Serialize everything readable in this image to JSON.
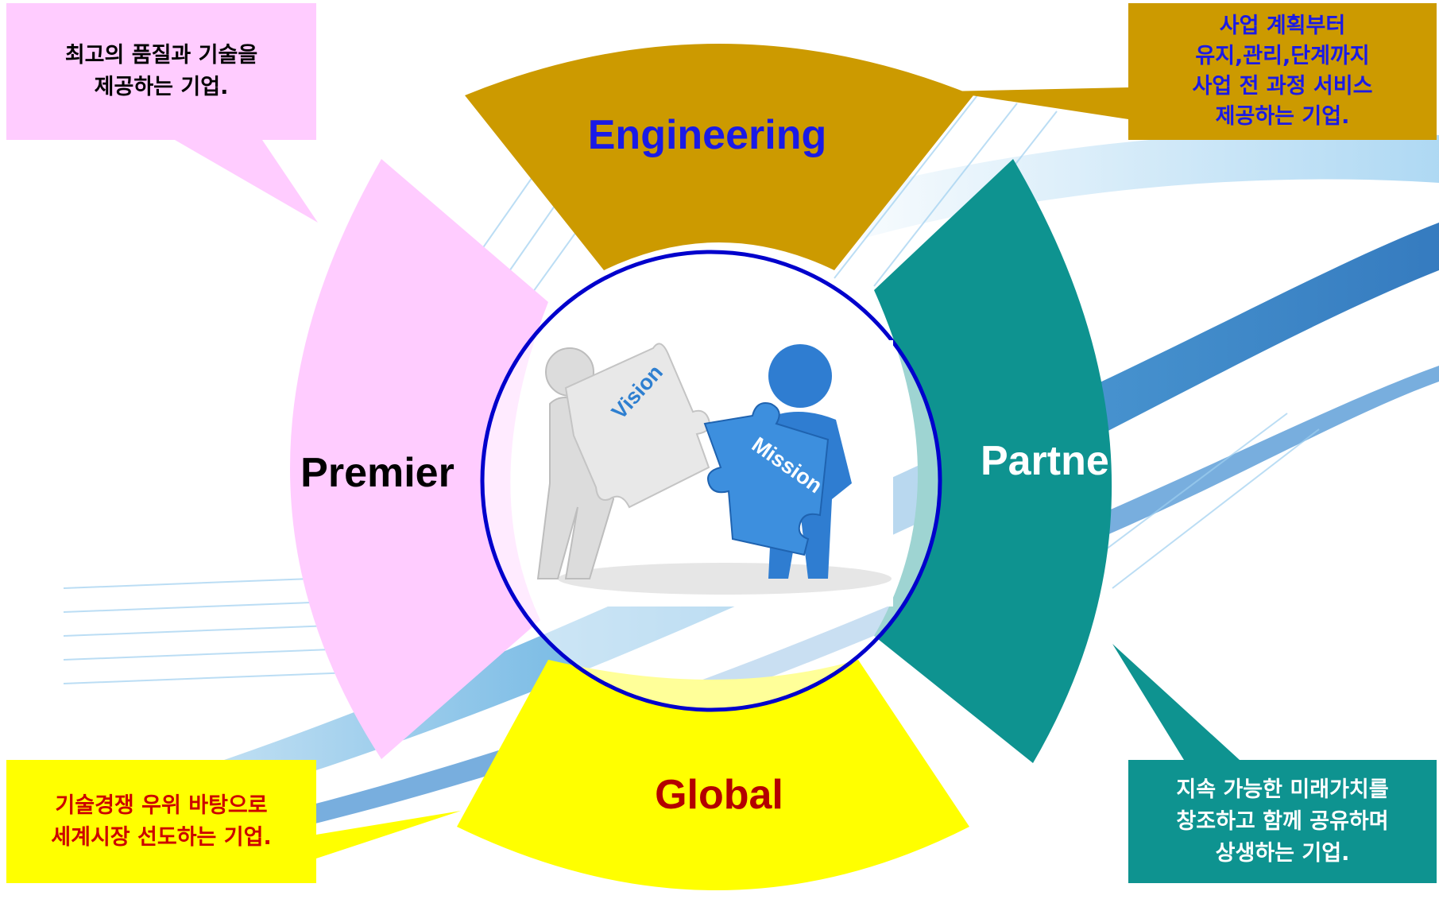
{
  "segments": {
    "engineering": {
      "label": "Engineering",
      "color": "#cc9a00",
      "text_color": "#1a1ae6"
    },
    "premier": {
      "label": "Premier",
      "color": "#ffccff",
      "text_color": "#000000"
    },
    "partner": {
      "label": "Partner",
      "color": "#0e9390",
      "text_color": "#ffffff"
    },
    "global": {
      "label": "Global",
      "color": "#ffff00",
      "text_color": "#b30000"
    }
  },
  "callouts": {
    "premier": "최고의 품질과 기술을\n제공하는 기업.",
    "engineering": "사업 계획부터\n유지,관리,단계까지\n사업 전 과정 서비스\n제공하는 기업.",
    "global": "기술경쟁 우위 바탕으로\n세계시장 선도하는 기업.",
    "partner": "지속 가능한 미래가치를\n창조하고 함께 공유하며\n상생하는 기업."
  },
  "center": {
    "puzzle_left": "Vision",
    "puzzle_right": "Mission",
    "ring_color": "#0000cc"
  }
}
